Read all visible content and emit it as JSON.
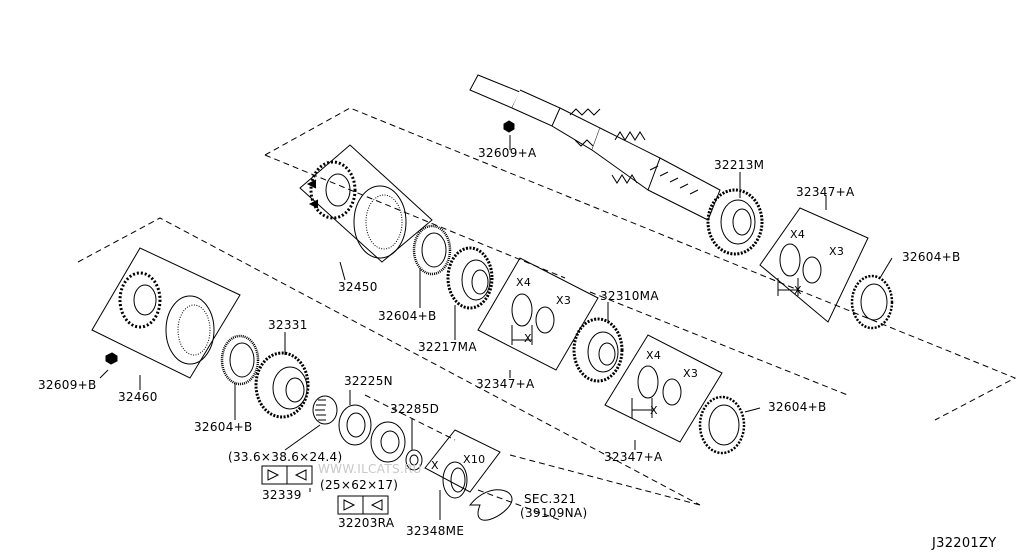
{
  "diagram_code": "J32201ZY",
  "watermark": "WWW.ILCATS.RU",
  "parts": {
    "p32609_a": "32609+A",
    "p32213m": "32213M",
    "p32347_a_top": "32347+A",
    "p32604_b_top": "32604+B",
    "p32450": "32450",
    "p32604_b_mid": "32604+B",
    "p32217ma": "32217MA",
    "p32310ma": "32310MA",
    "p32347_a_mid": "32347+A",
    "p32604_b_right": "32604+B",
    "p32347_a_low": "32347+A",
    "p32331": "32331",
    "p32609_b": "32609+B",
    "p32460": "32460",
    "p32604_b_left": "32604+B",
    "p32225n": "32225N",
    "p32285d": "32285D",
    "p32339": "32339",
    "p32203ra": "32203RA",
    "p32348me": "32348ME",
    "sec": "SEC.321",
    "sec_ref": "(39109NA)"
  },
  "dimensions": {
    "d1": "(33.6×38.6×24.4)",
    "d2": "(25×62×17)"
  },
  "qty": {
    "x4_top": "X4",
    "x3_top": "X3",
    "x_top": "X",
    "x4_mid": "X4",
    "x3_mid": "X3",
    "x_mid": "X",
    "x4_low": "X4",
    "x3_low": "X3",
    "x_low": "X",
    "x10": "X10",
    "x_bot": "X"
  }
}
